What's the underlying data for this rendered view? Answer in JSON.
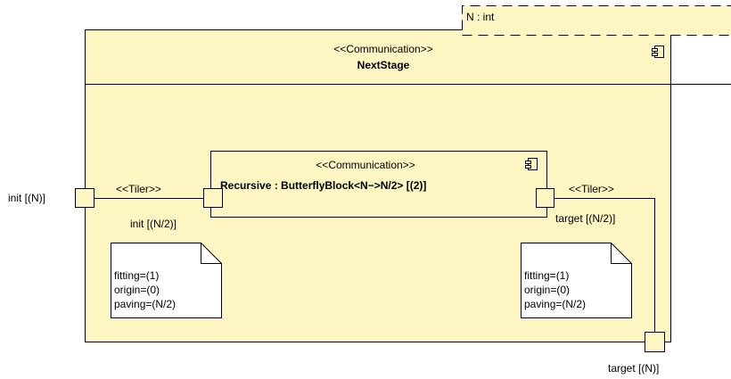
{
  "template_param": {
    "label": "N : int"
  },
  "outer_block": {
    "stereotype": "<<Communication>>",
    "name": "NextStage",
    "icon": "component-icon"
  },
  "inner_block": {
    "stereotype": "<<Communication>>",
    "name": "Recursive : ButterflyBlock<N−>N/2> [(2)]",
    "icon": "component-icon"
  },
  "ports": {
    "outer_init": "init [(N)]",
    "inner_init": "init [(N/2)]",
    "inner_target": "target [(N/2)]",
    "outer_target": "target [(N)]"
  },
  "connectors": {
    "left_stereotype": "<<Tiler>>",
    "right_stereotype": "<<Tiler>>"
  },
  "notes": {
    "left": {
      "line1": "fitting=(1)",
      "line2": "origin=(0)",
      "line3": "paving=(N/2)"
    },
    "right": {
      "line1": "fitting=(1)",
      "line2": "origin=(0)",
      "line3": "paving=(N/2)"
    }
  },
  "colors": {
    "block_fill": "#fdf6c3",
    "stroke": "#000000"
  }
}
